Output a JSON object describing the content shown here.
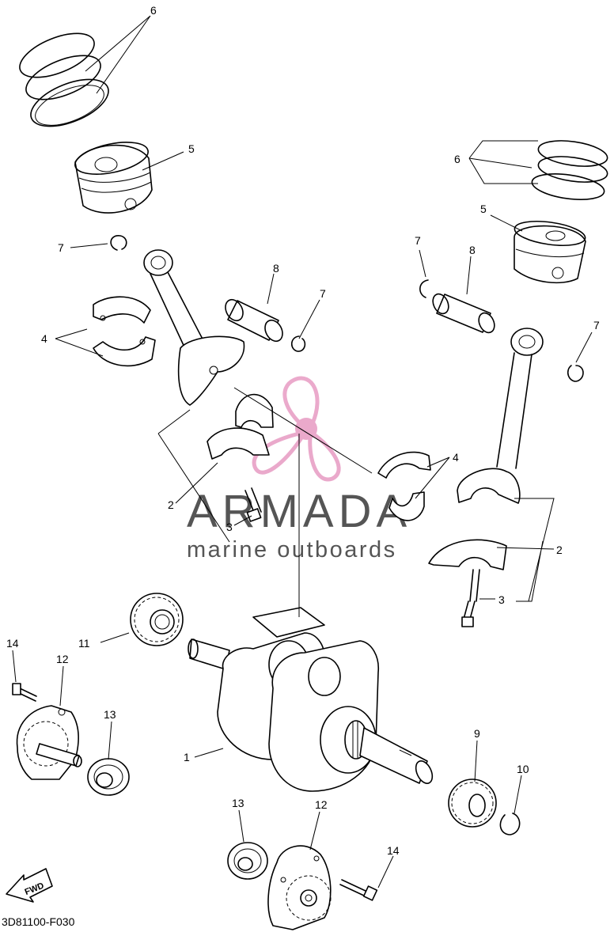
{
  "diagram_code": "3D81100-F030",
  "fwd_label": "FWD",
  "watermark": {
    "brand": "ARMADA",
    "tagline": "marine outboards",
    "accent_color": "#e79bc3",
    "text_color": "#555555"
  },
  "callouts": {
    "c1": "1",
    "c2a": "2",
    "c2b": "2",
    "c3a": "3",
    "c3b": "3",
    "c4a": "4",
    "c4b": "4",
    "c5a": "5",
    "c5b": "5",
    "c6a": "6",
    "c6b": "6",
    "c7a": "7",
    "c7b": "7",
    "c7c": "7",
    "c7d": "7",
    "c8a": "8",
    "c8b": "8",
    "c9": "9",
    "c10": "10",
    "c11": "11",
    "c12a": "12",
    "c12b": "12",
    "c13a": "13",
    "c13b": "13",
    "c14a": "14",
    "c14b": "14"
  }
}
